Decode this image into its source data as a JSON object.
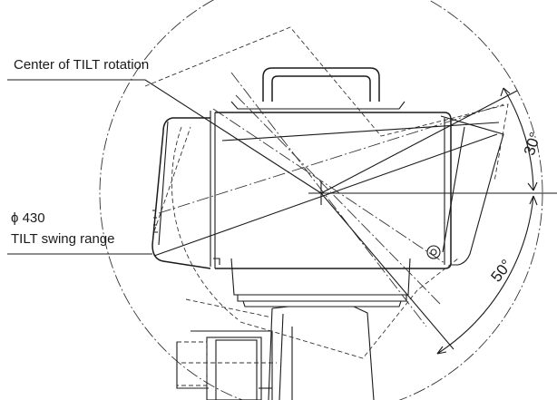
{
  "labels": {
    "center_of_tilt": "Center of TILT rotation",
    "diameter": "ϕ 430",
    "swing_range": "TILT swing range"
  },
  "angles": {
    "upper": "30°",
    "lower": "50°"
  }
}
